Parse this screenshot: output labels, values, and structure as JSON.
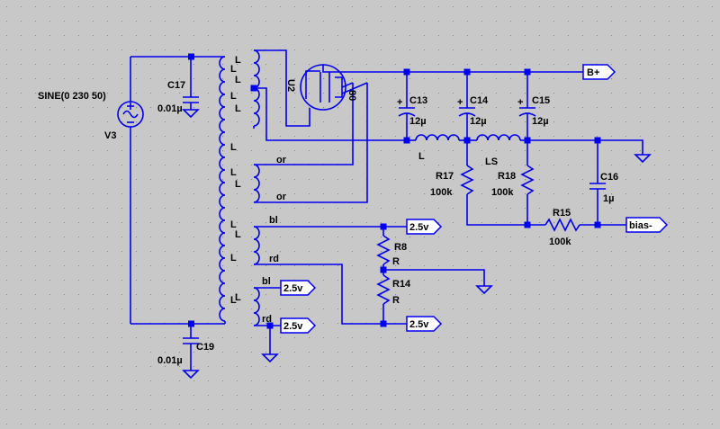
{
  "source": {
    "label": "SINE(0 230 50)",
    "name": "V3"
  },
  "tube": {
    "name": "U2",
    "type": "80"
  },
  "transformer": {
    "winding_label": "L",
    "leads": {
      "or_1": "or",
      "or_2": "or",
      "bl_1": "bl",
      "rd_1": "rd",
      "bl_2": "bl",
      "rd_2": "rd"
    }
  },
  "capacitors": {
    "C17": {
      "name": "C17",
      "value": "0.01µ"
    },
    "C19": {
      "name": "C19",
      "value": "0.01µ"
    },
    "C13": {
      "name": "C13",
      "value": "12µ"
    },
    "C14": {
      "name": "C14",
      "value": "12µ"
    },
    "C15": {
      "name": "C15",
      "value": "12µ"
    },
    "C16": {
      "name": "C16",
      "value": "1µ"
    }
  },
  "inductors": {
    "L": {
      "name": "L"
    },
    "LS": {
      "name": "LS"
    }
  },
  "resistors": {
    "R17": {
      "name": "R17",
      "value": "100k"
    },
    "R18": {
      "name": "R18",
      "value": "100k"
    },
    "R15": {
      "name": "R15",
      "value": "100k"
    },
    "R8": {
      "name": "R8",
      "value": "R"
    },
    "R14": {
      "name": "R14",
      "value": "R"
    }
  },
  "net_flags": {
    "bplus": "B+",
    "bias": "bias-",
    "v25_a": "2.5v",
    "v25_b": "2.5v",
    "v25_c": "2.5v",
    "v25_d": "2.5v"
  },
  "colors": {
    "background": "#c8c8c8",
    "wire": "#0000ee",
    "grid_dot": "#8a8a8a",
    "label": "#000000"
  }
}
